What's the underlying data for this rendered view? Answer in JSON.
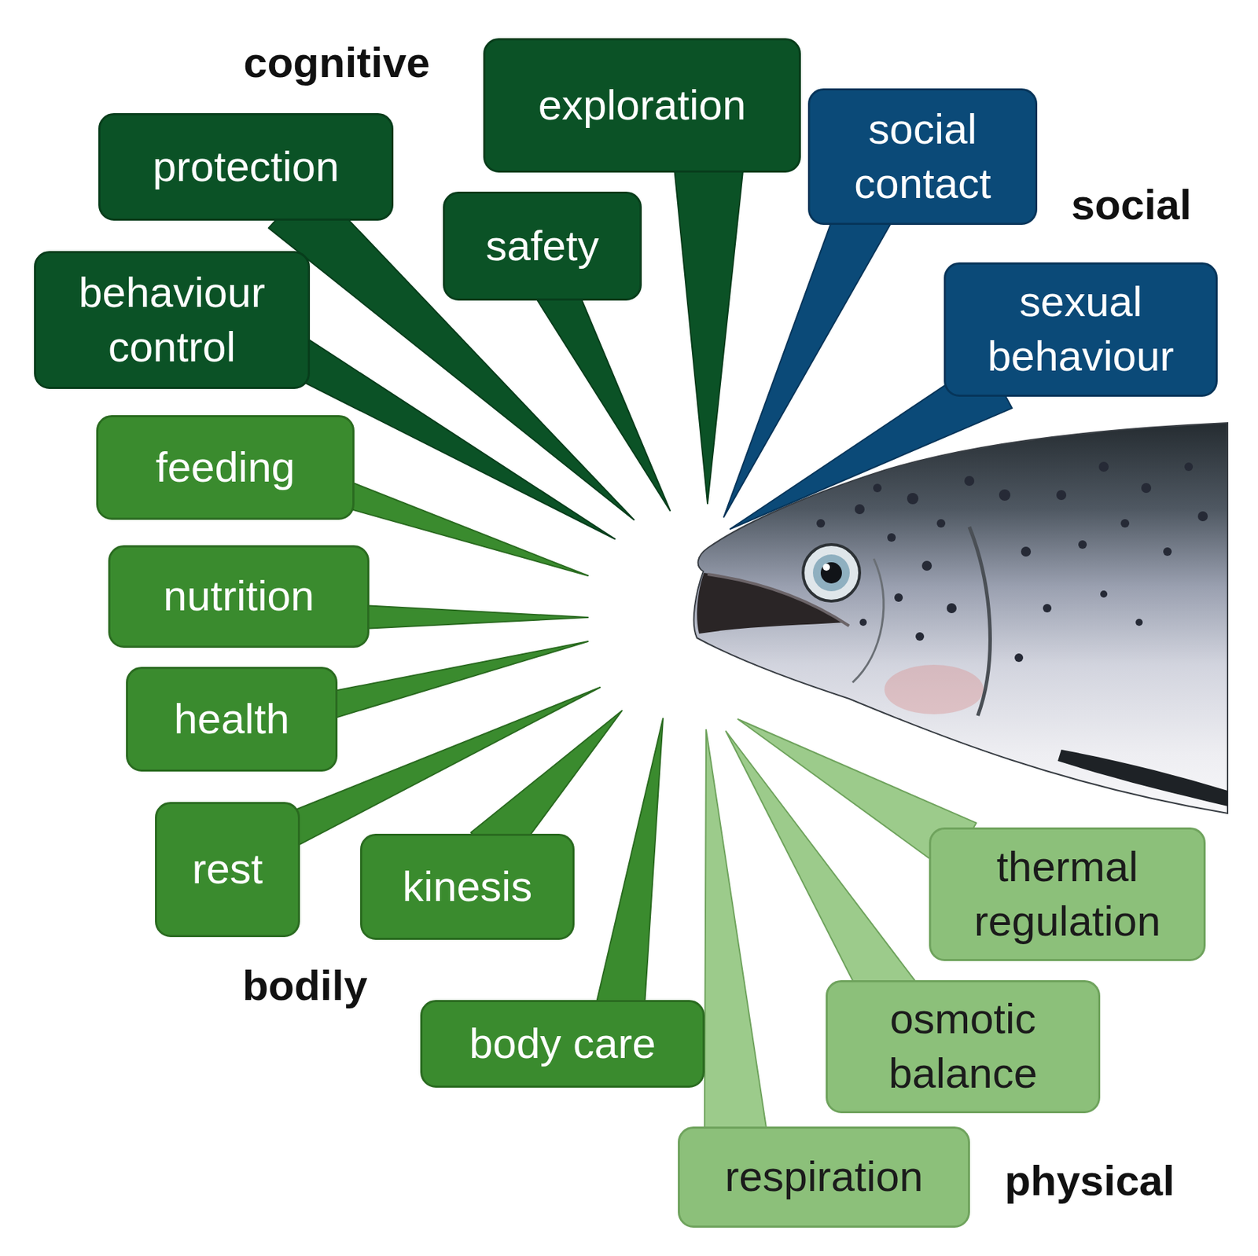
{
  "diagram": {
    "nodes": [
      {
        "text": [
          "exploration"
        ]
      },
      {
        "text": [
          "social contact"
        ]
      },
      {
        "text": [
          "protection"
        ]
      },
      {
        "text": [
          "safety"
        ]
      },
      {
        "text": [
          "sexual behaviour"
        ]
      },
      {
        "text": [
          "behaviour control"
        ]
      },
      {
        "text": [
          "feeding"
        ]
      },
      {
        "text": [
          "nutrition"
        ]
      },
      {
        "text": [
          "health"
        ]
      },
      {
        "text": [
          "rest"
        ]
      },
      {
        "text": [
          "kinesis"
        ]
      },
      {
        "text": [
          "thermal regulation"
        ]
      },
      {
        "text": [
          "body care"
        ]
      },
      {
        "text": [
          "osmotic balance"
        ]
      },
      {
        "text": [
          "respiration"
        ]
      }
    ],
    "labels": [
      "cognitive",
      "social",
      "bodily",
      "physical"
    ]
  }
}
